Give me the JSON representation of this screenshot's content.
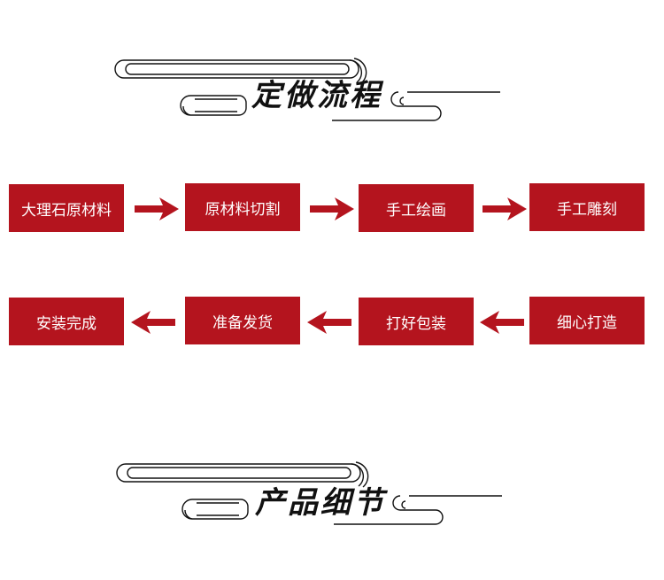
{
  "colors": {
    "accent": "#b4141e",
    "ink": "#111111"
  },
  "sections": {
    "process_title": "定做流程",
    "details_title": "产品细节"
  },
  "process": {
    "row1": [
      "大理石原材料",
      "原材料切割",
      "手工绘画",
      "手工雕刻"
    ],
    "row2": [
      "安装完成",
      "准备发货",
      "打好包装",
      "细心打造"
    ]
  }
}
